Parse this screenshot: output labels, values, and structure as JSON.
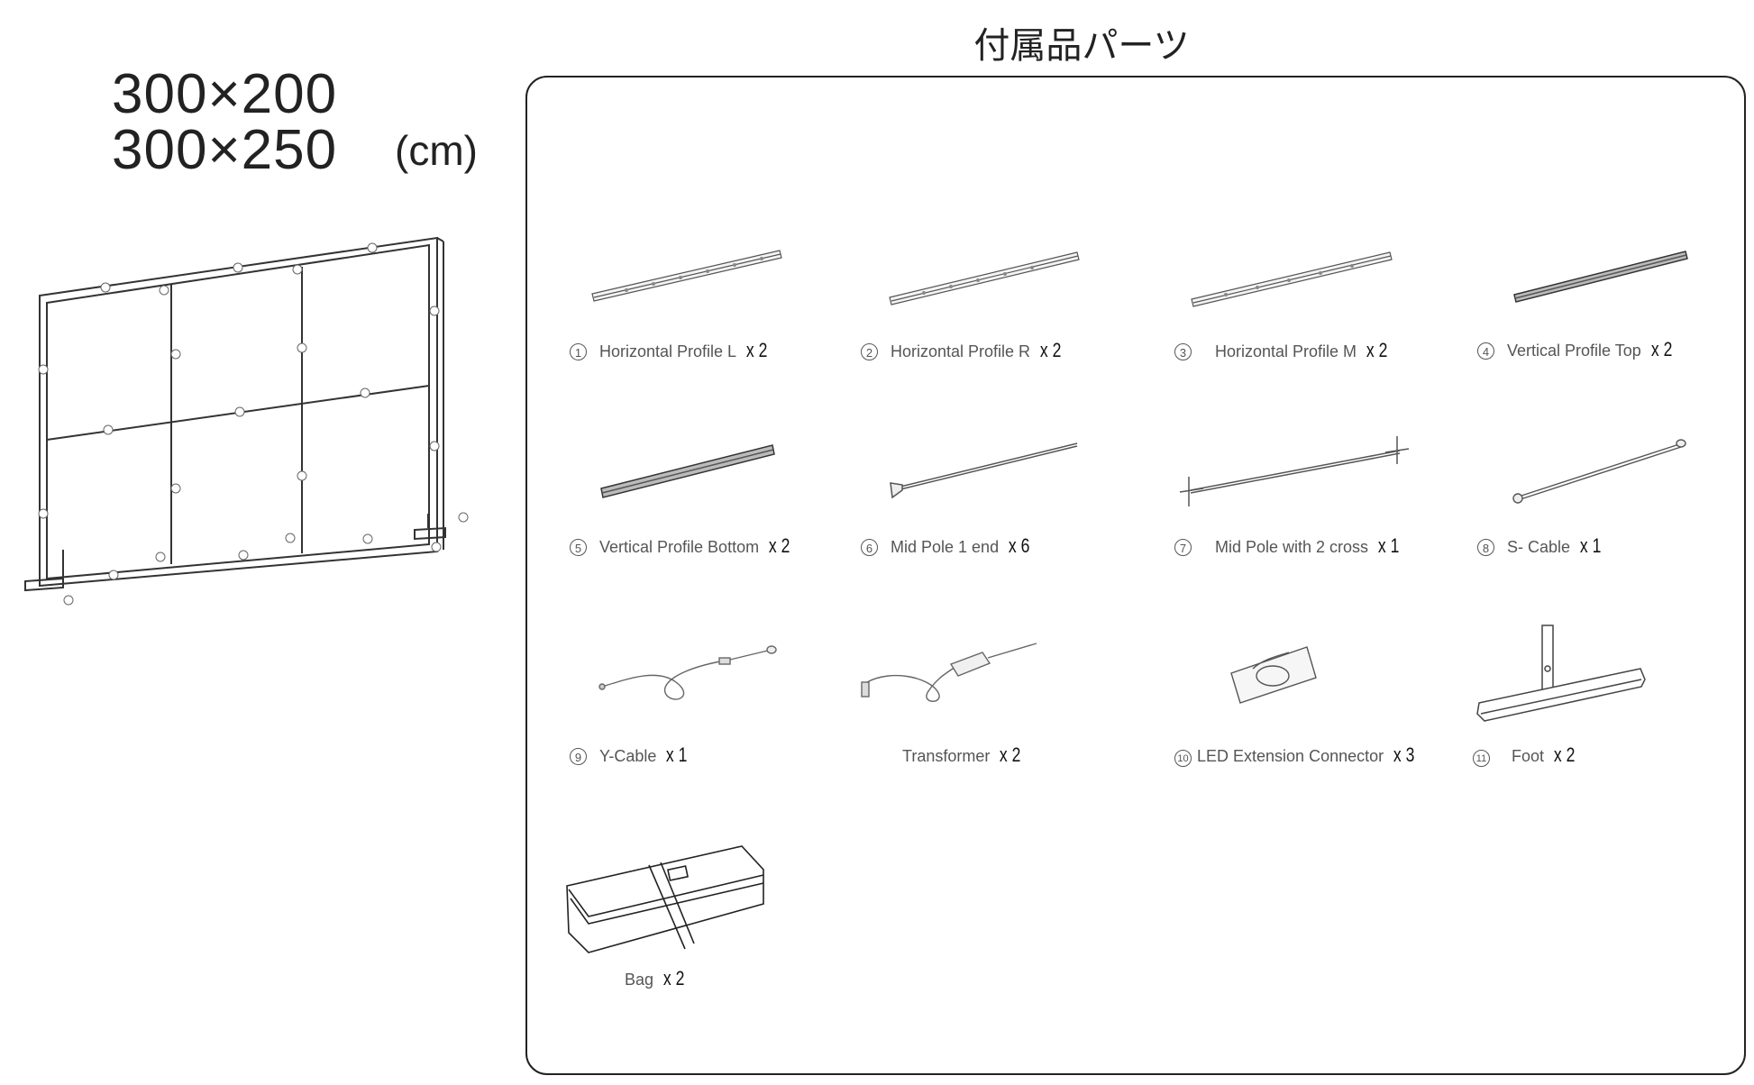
{
  "title": "付属品パーツ",
  "sizes": [
    "300×200",
    "300×250"
  ],
  "unit": "(cm)",
  "parts": [
    {
      "num": "1",
      "name": "Horizontal Profile L",
      "qty": "x 2"
    },
    {
      "num": "2",
      "name": "Horizontal Profile R",
      "qty": "x 2"
    },
    {
      "num": "3",
      "name": "Horizontal Profile M",
      "qty": "x 2"
    },
    {
      "num": "4",
      "name": "Vertical Profile Top",
      "qty": "x 2"
    },
    {
      "num": "5",
      "name": "Vertical Profile Bottom",
      "qty": "x 2"
    },
    {
      "num": "6",
      "name": "Mid Pole 1 end",
      "qty": "x 6"
    },
    {
      "num": "7",
      "name": "Mid Pole with 2 cross",
      "qty": "x 1"
    },
    {
      "num": "8",
      "name": "S- Cable",
      "qty": "x 1"
    },
    {
      "num": "9",
      "name": "Y-Cable",
      "qty": "x 1"
    },
    {
      "num": "",
      "name": "Transformer",
      "qty": "x 2"
    },
    {
      "num": "10",
      "name": "LED Extension Connector",
      "qty": "x 3"
    },
    {
      "num": "11",
      "name": "Foot",
      "qty": "x 2"
    },
    {
      "num": "",
      "name": "Bag",
      "qty": "x 2"
    }
  ]
}
